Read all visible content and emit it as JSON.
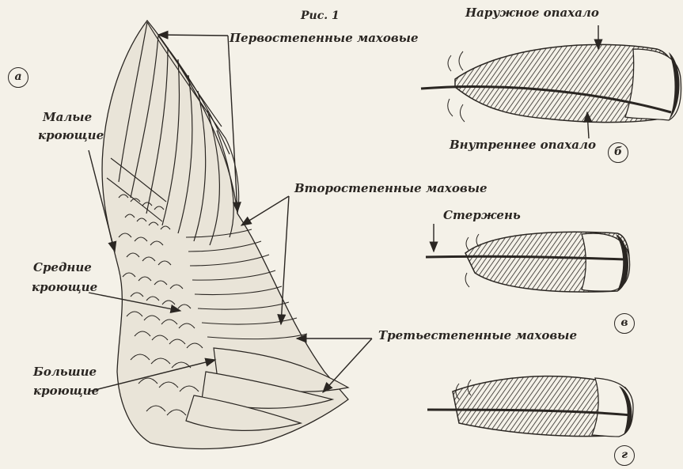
{
  "figure": {
    "title": "Рис. 1",
    "panel_a": "а",
    "panel_b": "б",
    "panel_v": "в",
    "panel_g": "г"
  },
  "wing_labels": {
    "primaries": "Первостепенные маховые",
    "secondaries": "Второстепенные маховые",
    "tertiaries": "Третьестепенные маховые",
    "lesser_coverts_line1": "Малые",
    "lesser_coverts_line2": "кроющие",
    "median_coverts_line1": "Средние",
    "median_coverts_line2": "кроющие",
    "greater_coverts_line1": "Большие",
    "greater_coverts_line2": "кроющие"
  },
  "feather_labels": {
    "outer_vane": "Наружное опахало",
    "inner_vane": "Внутреннее опахало",
    "shaft": "Стержень"
  },
  "colors": {
    "paper": "#f4f1e8",
    "ink": "#2a2622",
    "wing_fill": "#e9e4d8",
    "feather_dark": "#3a3430"
  }
}
